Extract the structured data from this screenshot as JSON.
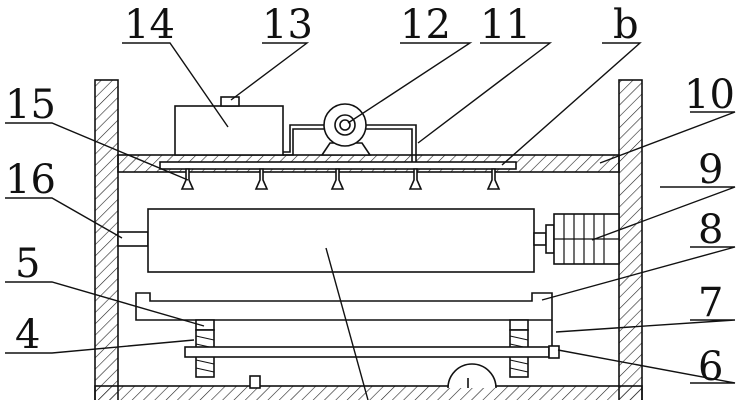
{
  "figure": {
    "colors": {
      "ink": "#111111",
      "background": "#ffffff",
      "hatch": "#222222"
    },
    "callouts": {
      "c14": "14",
      "c13": "13",
      "c12": "12",
      "c11": "11",
      "cb": "b",
      "c10": "10",
      "c15": "15",
      "c16": "16",
      "c9": "9",
      "c8": "8",
      "c5": "5",
      "c7": "7",
      "c4": "4",
      "c6": "6"
    }
  }
}
